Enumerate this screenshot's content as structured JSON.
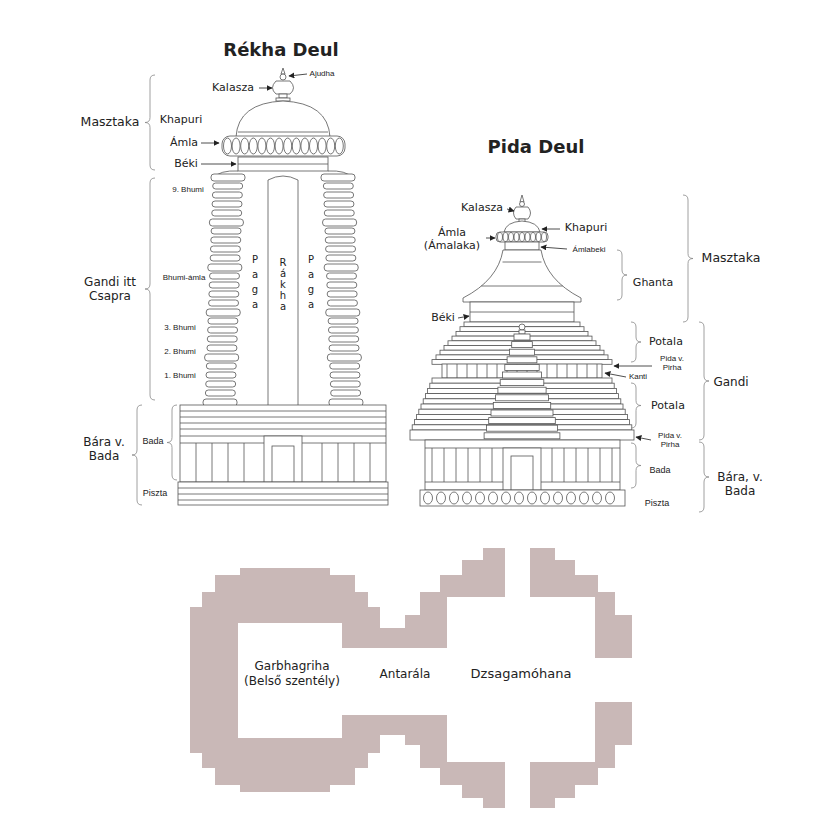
{
  "diagram": {
    "nodes": [
      {
        "text": [
          "Garbhagriha (Belső szentély)"
        ]
      },
      {
        "text": [
          "Antarála"
        ]
      },
      {
        "text": [
          "Dzsagamóhana"
        ]
      }
    ],
    "labels": [
      "Rékha Deul",
      "Ajudha",
      "Kalasza",
      "Masztaka",
      "Khapuri",
      "Ámla",
      "Béki",
      "9. Bhumi",
      "Gandi itt Csapra",
      "Bhumi-ámla",
      "Paga",
      "Rákha",
      "Paga",
      "3. Bhumi",
      "2. Bhumi",
      "1. Bhumi",
      "Bada",
      "Bára v. Bada",
      "Piszta",
      "Pida Deul",
      "Kalasza",
      "Ámla (Ámalaka)",
      "Khapuri",
      "Ámlabeki",
      "Masztaka",
      "Ghanta",
      "Béki",
      "Potala",
      "Pida v. Pirha",
      "Kanti",
      "Gandi",
      "Potala",
      "Pida v. Pirha",
      "Bada",
      "Bára, v. Bada",
      "Piszta"
    ]
  }
}
